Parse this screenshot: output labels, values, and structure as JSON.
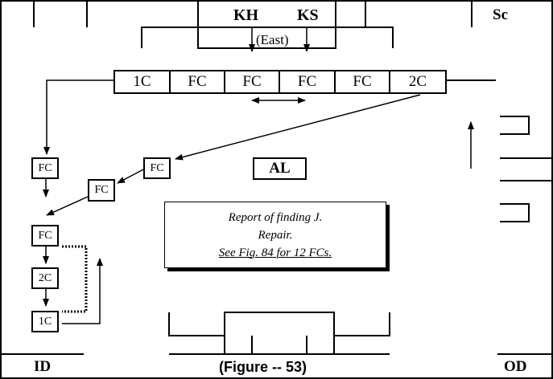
{
  "top": {
    "kh_label": "KH",
    "ks_label": "KS",
    "east_label": "(East)",
    "sc_label": "Sc"
  },
  "row": {
    "cells": [
      "1C",
      "FC",
      "FC",
      "FC",
      "FC",
      "2C"
    ]
  },
  "boxes": {
    "fc_left": "FC",
    "fc_mid_high": "FC",
    "fc_mid_low": "FC",
    "stack_fc": "FC",
    "stack_2c": "2C",
    "stack_1c": "1C",
    "al": "AL"
  },
  "note": {
    "line1": "Report of finding J.",
    "line2": "Repair.",
    "line3": "See Fig. 84 for 12 FCs."
  },
  "footer": {
    "id_label": "ID",
    "figure_label": "(Figure -- 53)",
    "od_label": "OD"
  }
}
